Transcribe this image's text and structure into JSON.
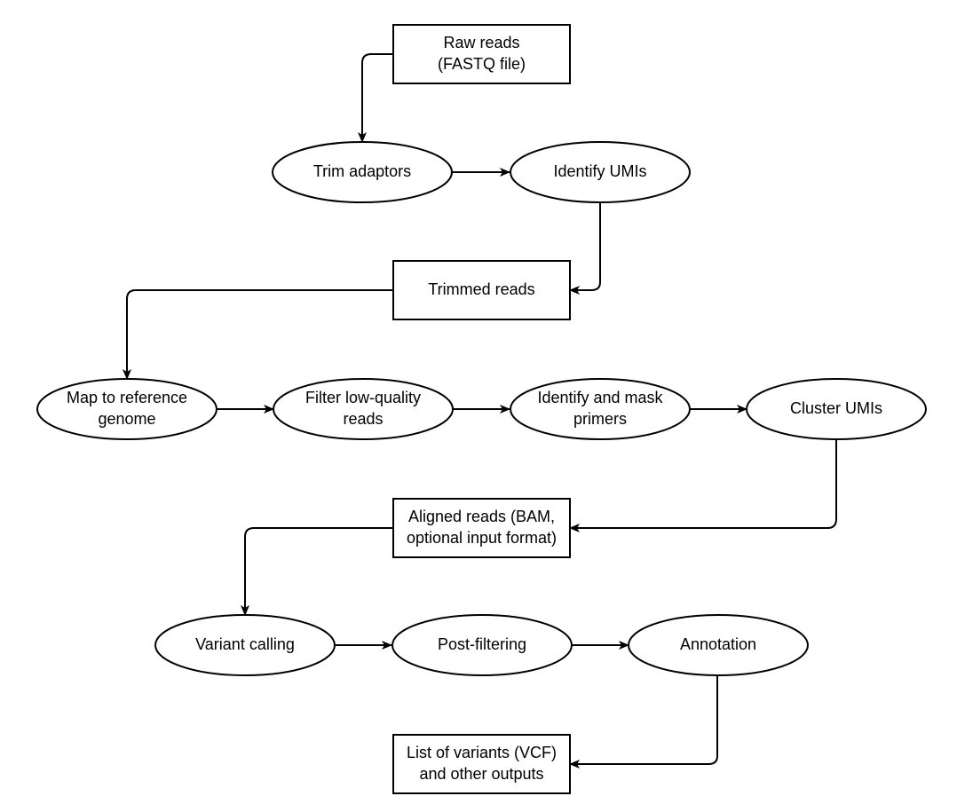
{
  "diagram": {
    "type": "flowchart",
    "nodes": [
      {
        "id": "raw_reads",
        "shape": "rect",
        "lines": [
          "Raw reads",
          "(FASTQ file)"
        ]
      },
      {
        "id": "trim_adaptors",
        "shape": "ellipse",
        "lines": [
          "Trim adaptors"
        ]
      },
      {
        "id": "identify_umis",
        "shape": "ellipse",
        "lines": [
          "Identify UMIs"
        ]
      },
      {
        "id": "trimmed_reads",
        "shape": "rect",
        "lines": [
          "Trimmed reads"
        ]
      },
      {
        "id": "map_reference",
        "shape": "ellipse",
        "lines": [
          "Map to reference",
          "genome"
        ]
      },
      {
        "id": "filter_low_quality",
        "shape": "ellipse",
        "lines": [
          "Filter low-quality",
          "reads"
        ]
      },
      {
        "id": "identify_mask_primers",
        "shape": "ellipse",
        "lines": [
          "Identify and mask",
          "primers"
        ]
      },
      {
        "id": "cluster_umis",
        "shape": "ellipse",
        "lines": [
          "Cluster UMIs"
        ]
      },
      {
        "id": "aligned_reads",
        "shape": "rect",
        "lines": [
          "Aligned reads (BAM,",
          "optional input format)"
        ]
      },
      {
        "id": "variant_calling",
        "shape": "ellipse",
        "lines": [
          "Variant calling"
        ]
      },
      {
        "id": "post_filtering",
        "shape": "ellipse",
        "lines": [
          "Post-filtering"
        ]
      },
      {
        "id": "annotation",
        "shape": "ellipse",
        "lines": [
          "Annotation"
        ]
      },
      {
        "id": "list_variants",
        "shape": "rect",
        "lines": [
          "List of variants (VCF)",
          "and other outputs"
        ]
      }
    ],
    "edges": [
      {
        "from": "raw_reads",
        "to": "trim_adaptors"
      },
      {
        "from": "trim_adaptors",
        "to": "identify_umis"
      },
      {
        "from": "identify_umis",
        "to": "trimmed_reads"
      },
      {
        "from": "trimmed_reads",
        "to": "map_reference"
      },
      {
        "from": "map_reference",
        "to": "filter_low_quality"
      },
      {
        "from": "filter_low_quality",
        "to": "identify_mask_primers"
      },
      {
        "from": "identify_mask_primers",
        "to": "cluster_umis"
      },
      {
        "from": "cluster_umis",
        "to": "aligned_reads"
      },
      {
        "from": "aligned_reads",
        "to": "variant_calling"
      },
      {
        "from": "variant_calling",
        "to": "post_filtering"
      },
      {
        "from": "post_filtering",
        "to": "annotation"
      },
      {
        "from": "annotation",
        "to": "list_variants"
      }
    ]
  }
}
